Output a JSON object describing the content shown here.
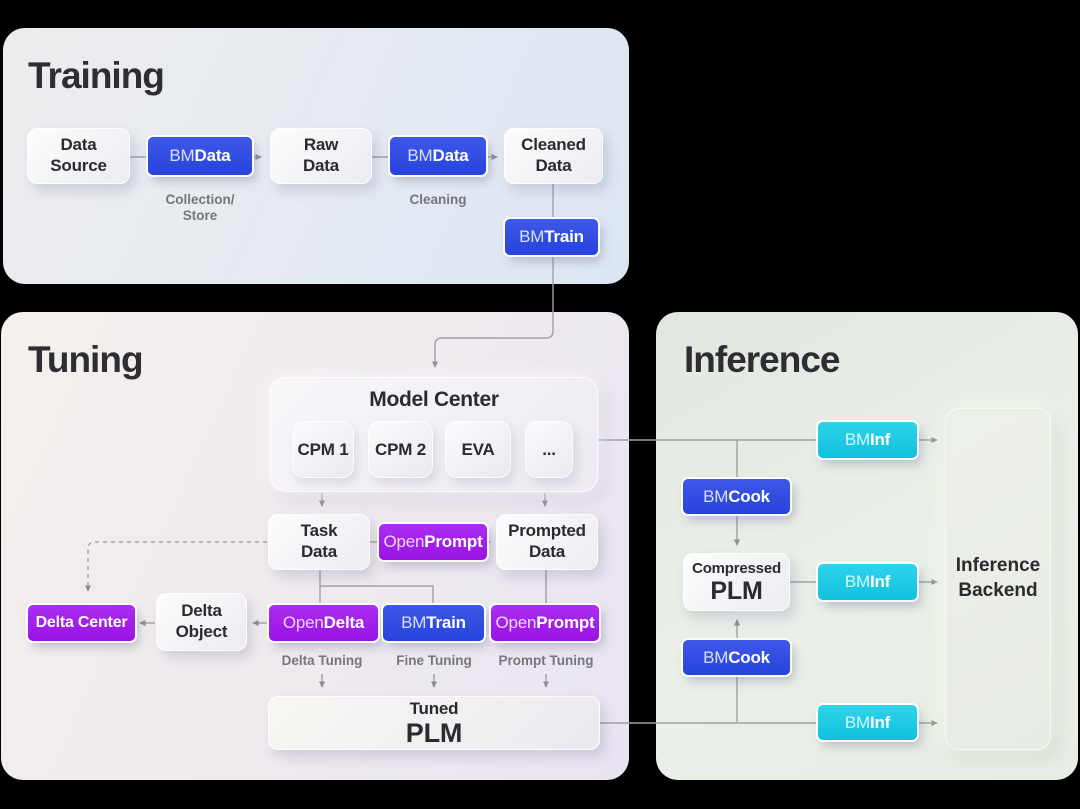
{
  "colors": {
    "blue": "#2c4ce0",
    "purple": "#a21ae9",
    "cyan": "#16c7e2",
    "line": "#a0a0a6"
  },
  "training": {
    "title": "Training",
    "data_source": {
      "line1": "Data",
      "line2": "Source"
    },
    "bmdata": {
      "prefix": "BM",
      "bold": "Data"
    },
    "raw_data": {
      "line1": "Raw",
      "line2": "Data"
    },
    "cleaned_data": {
      "line1": "Cleaned",
      "line2": "Data"
    },
    "bmtrain": {
      "prefix": "BM",
      "bold": "Train"
    },
    "collection_label": {
      "line1": "Collection/",
      "line2": "Store"
    },
    "cleaning_label": "Cleaning"
  },
  "tuning": {
    "title": "Tuning",
    "model_center": {
      "title": "Model Center",
      "models": [
        "CPM 1",
        "CPM 2",
        "EVA",
        "..."
      ]
    },
    "task_data": {
      "line1": "Task",
      "line2": "Data"
    },
    "open_prompt": {
      "prefix": "Open",
      "bold": "Prompt"
    },
    "prompted_data": {
      "line1": "Prompted",
      "line2": "Data"
    },
    "delta_center": "Delta Center",
    "delta_object": {
      "line1": "Delta",
      "line2": "Object"
    },
    "open_delta": {
      "prefix": "Open",
      "bold": "Delta"
    },
    "bmtrain": {
      "prefix": "BM",
      "bold": "Train"
    },
    "delta_tuning_label": "Delta Tuning",
    "fine_tuning_label": "Fine Tuning",
    "prompt_tuning_label": "Prompt Tuning",
    "tuned_plm": {
      "line1": "Tuned",
      "line2": "PLM"
    }
  },
  "inference": {
    "title": "Inference",
    "bminf": {
      "prefix": "BM",
      "bold": "Inf"
    },
    "bmcook": {
      "prefix": "BM",
      "bold": "Cook"
    },
    "compressed_plm": {
      "line1": "Compressed",
      "line2": "PLM"
    },
    "backend": {
      "line1": "Inference",
      "line2": "Backend"
    }
  }
}
